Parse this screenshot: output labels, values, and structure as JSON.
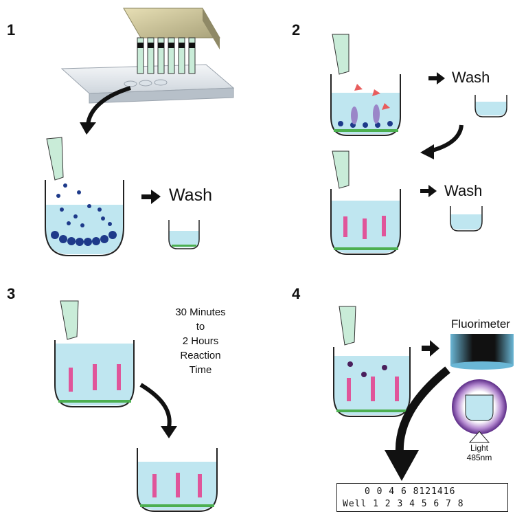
{
  "steps": [
    "1",
    "2",
    "3",
    "4"
  ],
  "wash_label": "Wash",
  "reaction_time": [
    "30 Minutes",
    "to",
    "2 Hours",
    "Reaction",
    "Time"
  ],
  "fluorimeter_label": "Fluorimeter",
  "light_label": [
    "Light",
    "485nm"
  ],
  "readout": {
    "values_row": "0 0 4 6 8121416",
    "well_row": "Well 1 2 3 4 5 6 7 8"
  },
  "colors": {
    "liquid": "#bfe6f0",
    "well_outline": "#222222",
    "pipette": "#c9ecd8",
    "capture": "#1e3a8a",
    "antibody": "#e0559a",
    "base_green": "#4caf50",
    "arrow": "#111111",
    "glow": "#7a3fa0"
  }
}
